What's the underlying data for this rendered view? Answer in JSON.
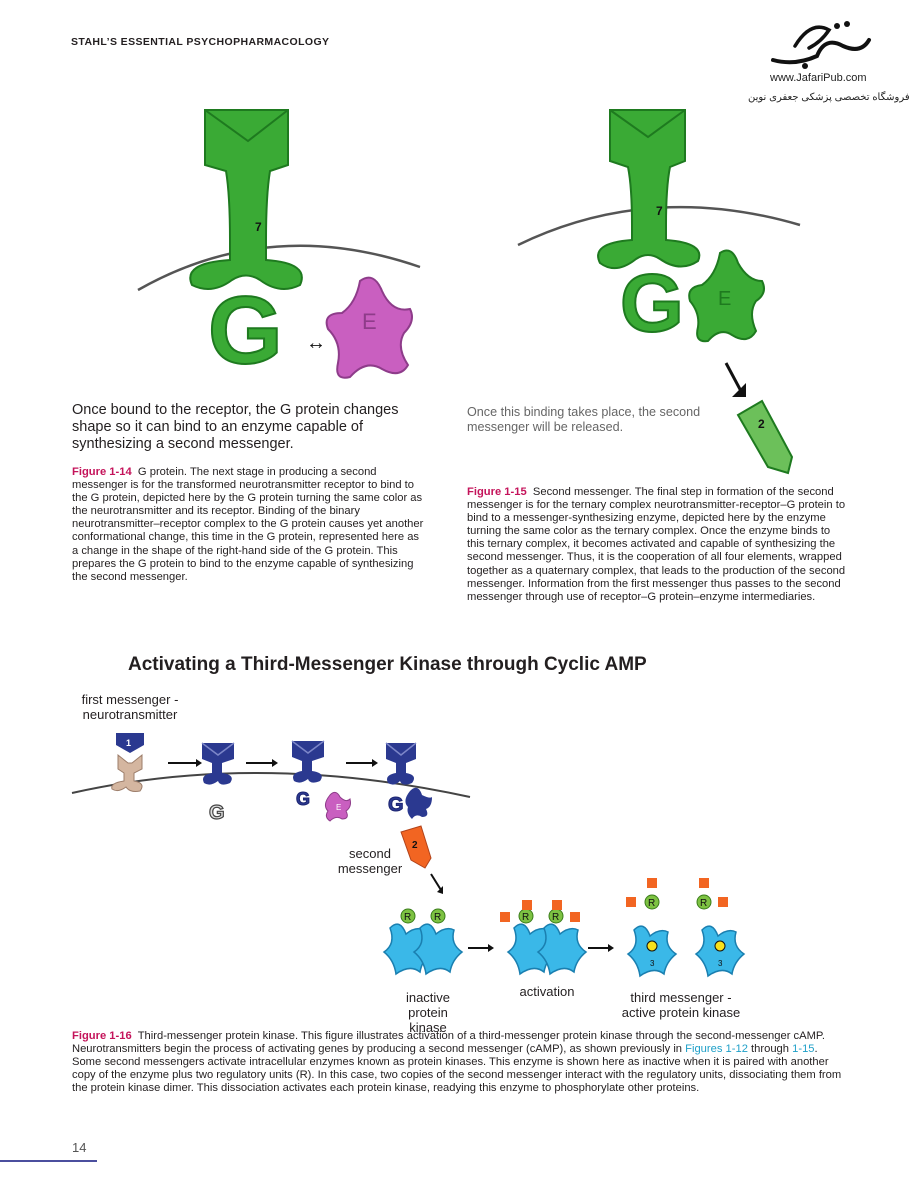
{
  "header": {
    "running_title": "STAHL’S ESSENTIAL PSYCHOPHARMACOLOGY",
    "logo_url": "www.JafariPub.com",
    "logo_tagline": "فروشگاه تخصصی پزشکی جعفری نوین"
  },
  "fig14": {
    "receptor_label": "7",
    "g_label": "G",
    "e_label": "E",
    "callout": "Once bound to the receptor, the G protein changes shape so it can bind to an enzyme capable of synthesizing a second messenger.",
    "caption_label": "Figure 1-14",
    "caption_text": "G protein.  The next stage in producing a second messenger is for the transformed neurotransmitter receptor to bind to the G protein, depicted here by the G protein turning the same color as the neurotransmitter and its receptor. Binding of the binary neurotransmitter–receptor complex to the G protein causes yet another conformational change, this time in the G protein, represented here as a change in the shape of the right-hand side of the G protein. This prepares the G protein to bind to the enzyme capable of synthesizing the second messenger."
  },
  "fig15": {
    "receptor_label": "7",
    "g_label": "G",
    "e_label": "E",
    "messenger_label": "2",
    "callout": "Once this binding takes place, the second messenger will be released.",
    "caption_label": "Figure 1-15",
    "caption_text": "Second messenger.  The final step in formation of the second messenger is for the ternary complex neurotransmitter-receptor–G protein to bind to a messenger-synthesizing enzyme, depicted here by the enzyme turning the same color as the ternary complex. Once the enzyme binds to this ternary complex, it becomes activated and capable of synthesizing the second messenger. Thus, it is the cooperation of all four elements, wrapped together as a quaternary complex, that leads to the production of the second messenger. Information from the first messenger thus passes to the second messenger through use of receptor–G protein–enzyme intermediaries."
  },
  "fig16": {
    "title": "Activating a Third-Messenger Kinase through Cyclic AMP",
    "first_messenger_label": "first messenger - neurotransmitter",
    "first_messenger_number": "1",
    "second_messenger_label": "second messenger",
    "second_messenger_number": "2",
    "g_label": "G",
    "e_label": "E",
    "r_label": "R",
    "kinase_number": "3",
    "inactive_label": "inactive protein kinase",
    "activation_label": "activation",
    "active_label": "third messenger - active protein kinase",
    "caption_label": "Figure 1-16",
    "caption_part1": "Third-messenger protein kinase.  This figure illustrates activation of a third-messenger protein kinase through the second-messenger cAMP. Neurotransmitters begin the process of activating genes by producing a second messenger (cAMP), as shown previously in ",
    "caption_link1": "Figures 1-12",
    "caption_part2": " through ",
    "caption_link2": "1-15",
    "caption_part3": ". Some second messengers activate intracellular enzymes known as protein kinases. This enzyme is shown here as inactive when it is paired with another copy of the enzyme plus two regulatory units (R). In this case, two copies of the second messenger interact with the regulatory units, dissociating them from the protein kinase dimer. This dissociation activates each protein kinase, readying this enzyme to phosphorylate other proteins."
  },
  "footer": {
    "page_number": "14"
  },
  "colors": {
    "green": "#3aaa35",
    "green_dark": "#1e7a1f",
    "magenta": "#c95fc0",
    "navy": "#2b3990",
    "cyan": "#3ab8e8",
    "orange": "#f26522",
    "caption_red": "#c4135a",
    "link_blue": "#1fa0c8"
  }
}
